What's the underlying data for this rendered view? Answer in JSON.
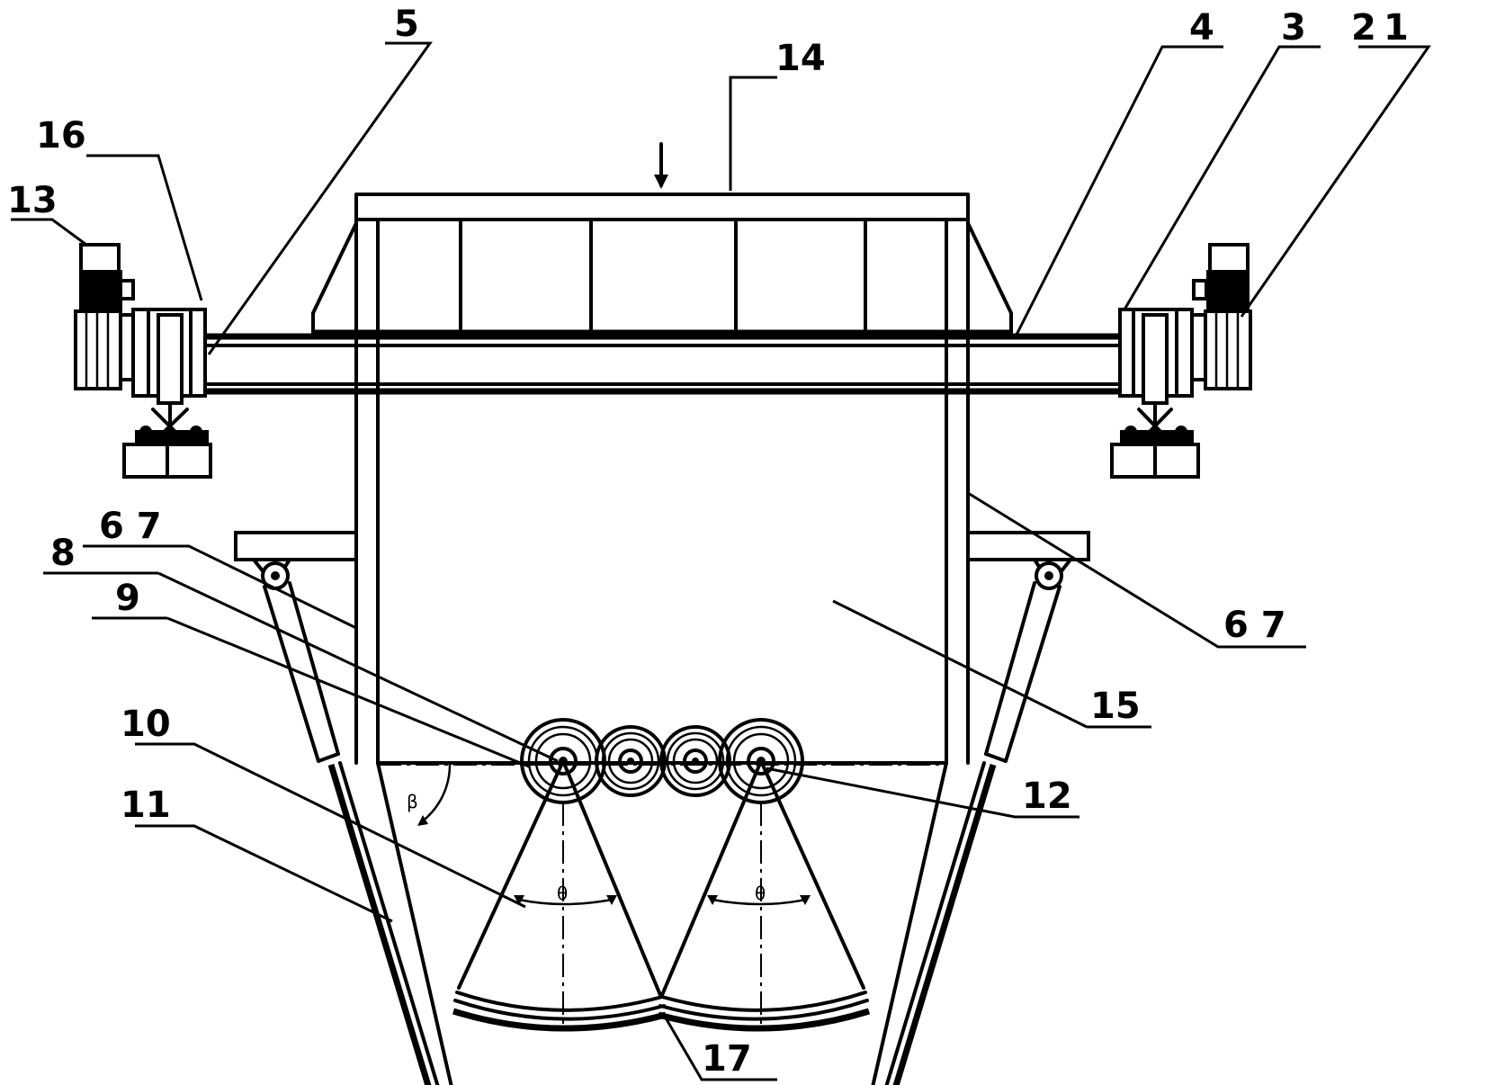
{
  "labels": {
    "l1": "1",
    "l2": "2",
    "l3": "3",
    "l4": "4",
    "l5": "5",
    "l67_left": "6 7",
    "l67_right": "6 7",
    "l8": "8",
    "l9": "9",
    "l10": "10",
    "l11": "11",
    "l12": "12",
    "l13": "13",
    "l14": "14",
    "l15": "15",
    "l16": "16",
    "l17": "17"
  },
  "angle_marks": {
    "left_hopper": "β",
    "left_sector": "θ",
    "right_sector": "θ"
  }
}
